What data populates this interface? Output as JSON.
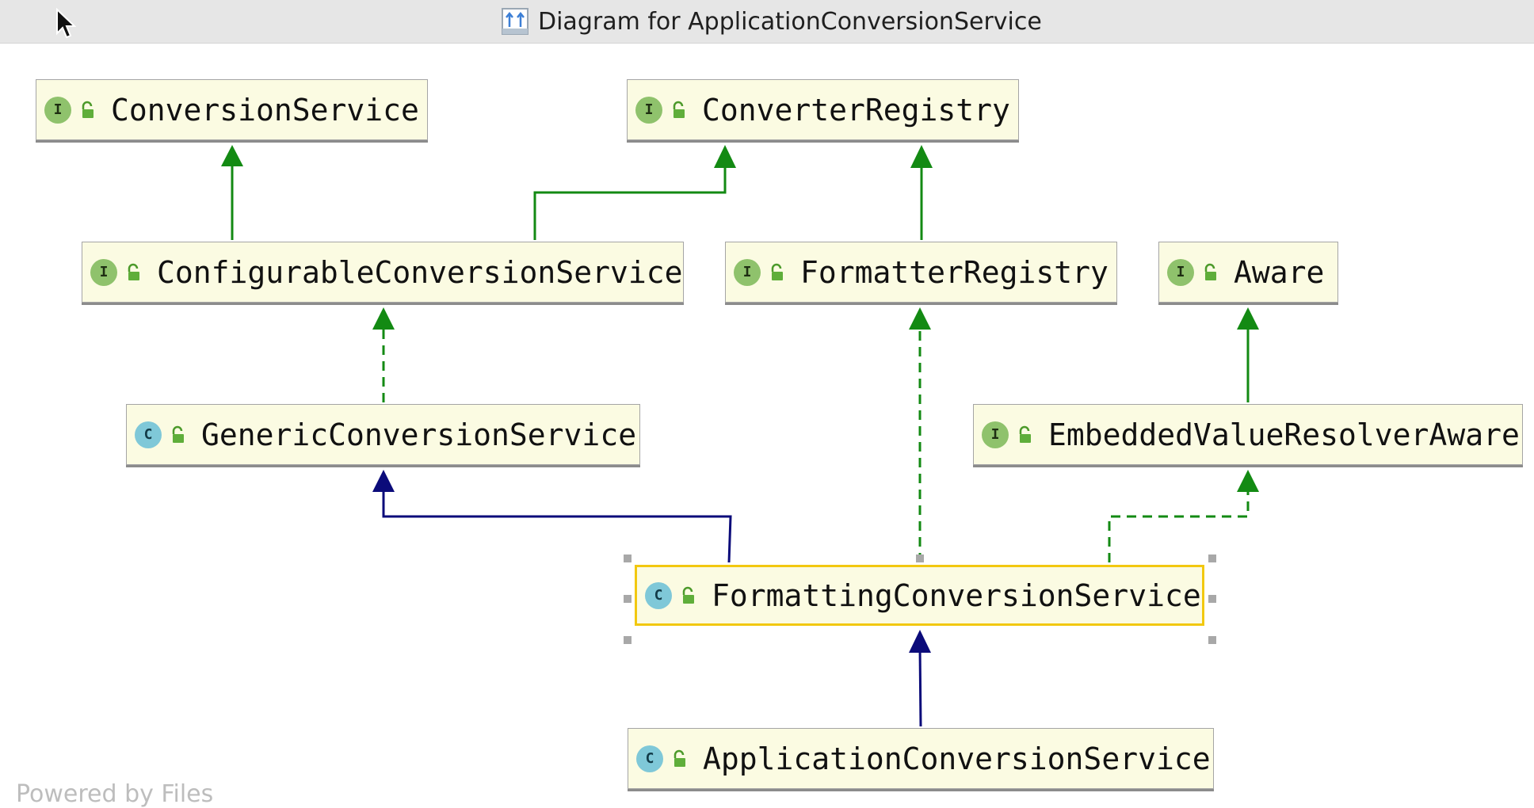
{
  "window": {
    "title": "Diagram for ApplicationConversionService",
    "title_icon": "class-diagram-icon"
  },
  "colors": {
    "extends_arrow": "#0b0b7a",
    "implements_arrow": "#138a13",
    "node_fill": "#fbfbe2",
    "selection_border": "#f2c80f"
  },
  "nodes": {
    "conversion_service": {
      "label": "ConversionService",
      "kind": "interface",
      "kind_letter": "I"
    },
    "converter_registry": {
      "label": "ConverterRegistry",
      "kind": "interface",
      "kind_letter": "I"
    },
    "configurable_conversion_service": {
      "label": "ConfigurableConversionService",
      "kind": "interface",
      "kind_letter": "I"
    },
    "formatter_registry": {
      "label": "FormatterRegistry",
      "kind": "interface",
      "kind_letter": "I"
    },
    "aware": {
      "label": "Aware",
      "kind": "interface",
      "kind_letter": "I"
    },
    "generic_conversion_service": {
      "label": "GenericConversionService",
      "kind": "class",
      "kind_letter": "C"
    },
    "embedded_value_resolver_aware": {
      "label": "EmbeddedValueResolverAware",
      "kind": "interface",
      "kind_letter": "I"
    },
    "formatting_conversion_service": {
      "label": "FormattingConversionService",
      "kind": "class",
      "kind_letter": "C",
      "selected": true
    },
    "application_conversion_service": {
      "label": "ApplicationConversionService",
      "kind": "class",
      "kind_letter": "C"
    }
  },
  "footer": {
    "partial_text": "Powered by Files"
  }
}
